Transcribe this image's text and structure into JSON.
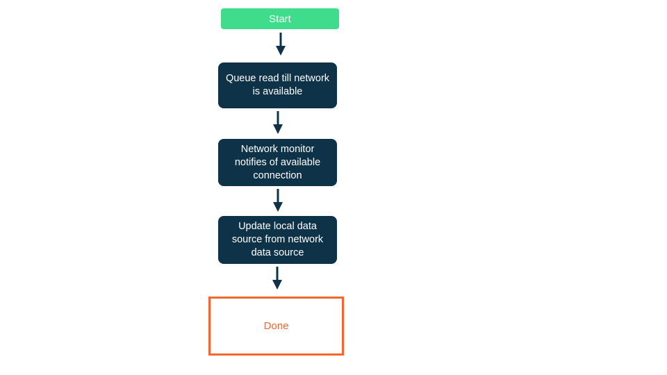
{
  "flowchart": {
    "title": "",
    "nodes": [
      {
        "id": "start",
        "type": "start",
        "label": "Start"
      },
      {
        "id": "queue",
        "type": "process",
        "label": "Queue read till network is available"
      },
      {
        "id": "monitor",
        "type": "process",
        "label": "Network monitor notifies of available connection"
      },
      {
        "id": "update",
        "type": "process",
        "label": "Update local data source from network data source"
      },
      {
        "id": "done",
        "type": "end",
        "label": "Done"
      }
    ],
    "edges": [
      {
        "from": "start",
        "to": "queue"
      },
      {
        "from": "queue",
        "to": "monitor"
      },
      {
        "from": "monitor",
        "to": "update"
      },
      {
        "from": "update",
        "to": "done"
      }
    ],
    "colors": {
      "start_bg": "#3EDC8B",
      "process_bg": "#0E3349",
      "node_text": "#FFFFFF",
      "end_border": "#F2662F",
      "end_text": "#F2662F",
      "arrow": "#0E3349",
      "canvas_bg": "#FFFFFF"
    }
  }
}
